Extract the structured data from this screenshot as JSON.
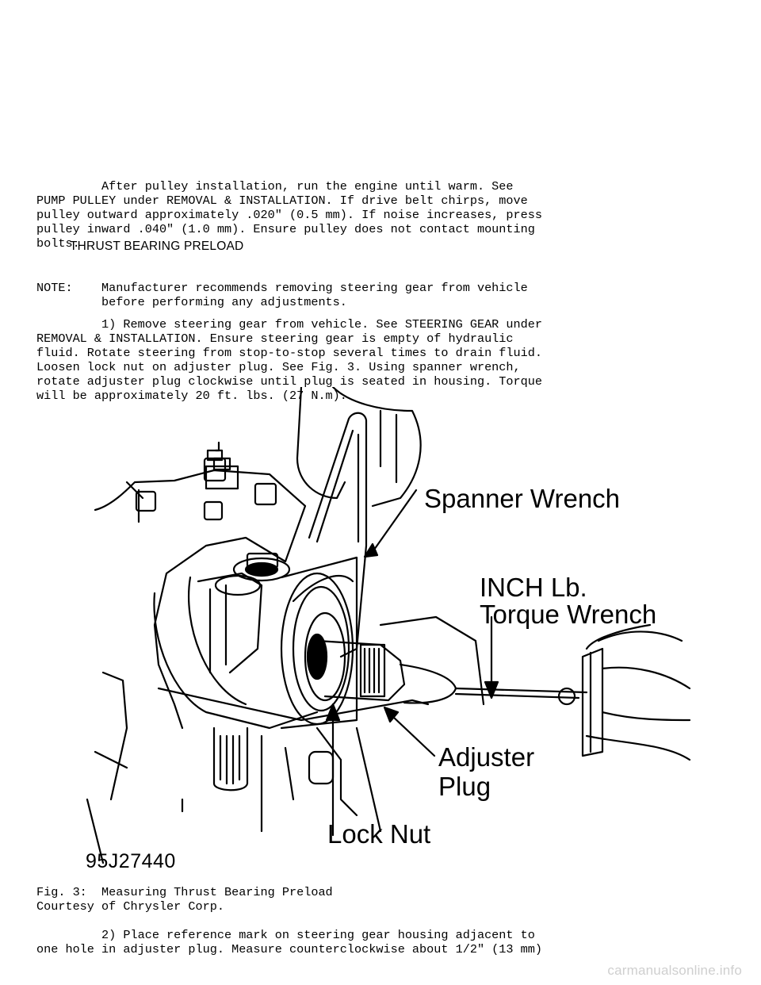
{
  "intro": {
    "lines": [
      "         After pulley installation, run the engine until warm. See",
      "PUMP PULLEY under REMOVAL & INSTALLATION. If drive belt chirps, move",
      "pulley outward approximately .020\" (0.5 mm). If noise increases, press",
      "pulley inward .040\" (1.0 mm). Ensure pulley does not contact mounting",
      "bolts."
    ]
  },
  "section_heading": "THRUST BEARING PRELOAD",
  "note": {
    "lines": [
      "NOTE:    Manufacturer recommends removing steering gear from vehicle",
      "         before performing any adjustments."
    ]
  },
  "step1": {
    "lines": [
      "         1) Remove steering gear from vehicle. See STEERING GEAR under",
      "REMOVAL & INSTALLATION. Ensure steering gear is empty of hydraulic",
      "fluid. Rotate steering from stop-to-stop several times to drain fluid.",
      "Loosen lock nut on adjuster plug. See Fig. 3. Using spanner wrench,",
      "rotate adjuster plug clockwise until plug is seated in housing. Torque",
      "will be approximately 20 ft. lbs. (27 N.m)."
    ]
  },
  "figure": {
    "labels": {
      "spanner": "Spanner Wrench",
      "inch_lb": "INCH Lb.",
      "torque": "Torque Wrench",
      "adjuster": "Adjuster",
      "plug": "Plug",
      "lock_nut": "Lock Nut"
    },
    "figure_id": "95J27440"
  },
  "caption": {
    "lines": [
      "Fig. 3:  Measuring Thrust Bearing Preload",
      "Courtesy of Chrysler Corp."
    ]
  },
  "step2": {
    "lines": [
      "         2) Place reference mark on steering gear housing adjacent to",
      "one hole in adjuster plug. Measure counterclockwise about 1/2\" (13 mm)"
    ]
  },
  "watermark": "carmanualsonline.info"
}
